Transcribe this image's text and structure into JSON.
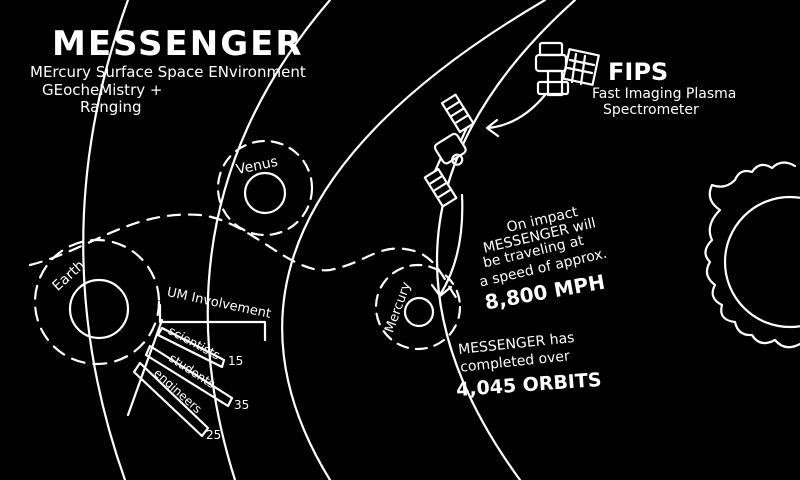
{
  "title": "MESSENGER",
  "subtitle": {
    "line1": "MErcury Surface Space ENvironment",
    "line2": "GEocheMistry +",
    "line3": "Ranging"
  },
  "fips": {
    "title": "FIPS",
    "line1": "Fast Imaging Plasma",
    "line2": "Spectrometer"
  },
  "planets": {
    "venus": "Venus",
    "earth": "Earth",
    "mercury": "Mercury"
  },
  "impact": {
    "line1": "On impact",
    "line2": "MESSENGER will",
    "line3": "be traveling at",
    "line4": "a speed of approx.",
    "speed": "8,800 MPH"
  },
  "orbits": {
    "line1": "MESSENGER has",
    "line2": "completed over",
    "line3": "4,045 ORBITS"
  },
  "um": {
    "title": "UM Involvement",
    "rows": [
      {
        "label": "scientists",
        "count": "15"
      },
      {
        "label": "students",
        "count": "35"
      },
      {
        "label": "engineers",
        "count": "25"
      }
    ]
  }
}
